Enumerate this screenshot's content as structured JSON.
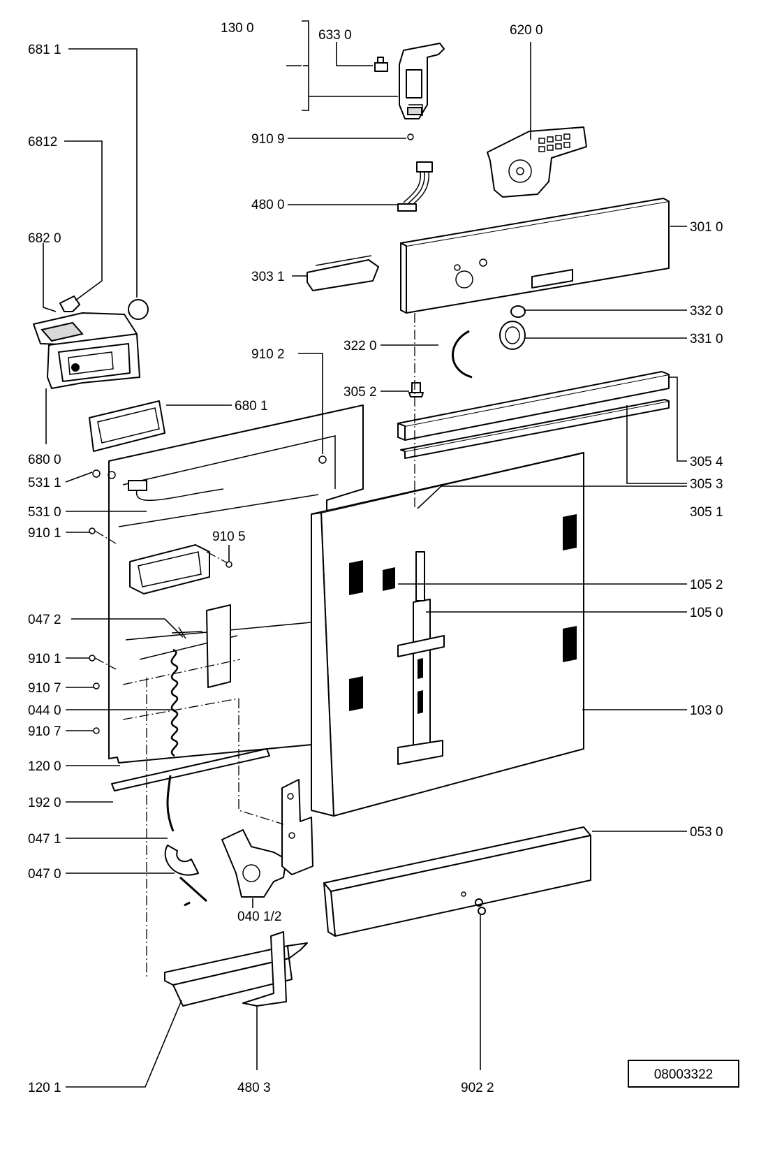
{
  "labels": {
    "p6811": "681 1",
    "p1300": "130 0",
    "p6330": "633 0",
    "p6200": "620 0",
    "p6812": "6812",
    "p9109": "910 9",
    "p4800": "480 0",
    "p6820": "682 0",
    "p3010": "301 0",
    "p3031": "303 1",
    "p3320": "332 0",
    "p3310": "331 0",
    "p3220": "322 0",
    "p9102": "910 2",
    "p3052": "305 2",
    "p6801": "680 1",
    "p6800": "680 0",
    "p3054": "305 4",
    "p5311": "531 1",
    "p3053": "305 3",
    "p5310": "531 0",
    "p3051": "305 1",
    "p9101a": "910 1",
    "p9105": "910 5",
    "p1052": "105 2",
    "p1050": "105 0",
    "p0472": "047 2",
    "p9101b": "910 1",
    "p9107a": "910 7",
    "p0440": "044 0",
    "p1030": "103 0",
    "p9107b": "910 7",
    "p1200": "120 0",
    "p1920": "192 0",
    "p0530": "053 0",
    "p0471": "047 1",
    "p0470": "047 0",
    "p0401": "040 1/2",
    "p1201": "120 1",
    "p4803": "480 3",
    "p9022": "902 2"
  },
  "doc_number": "08003322"
}
